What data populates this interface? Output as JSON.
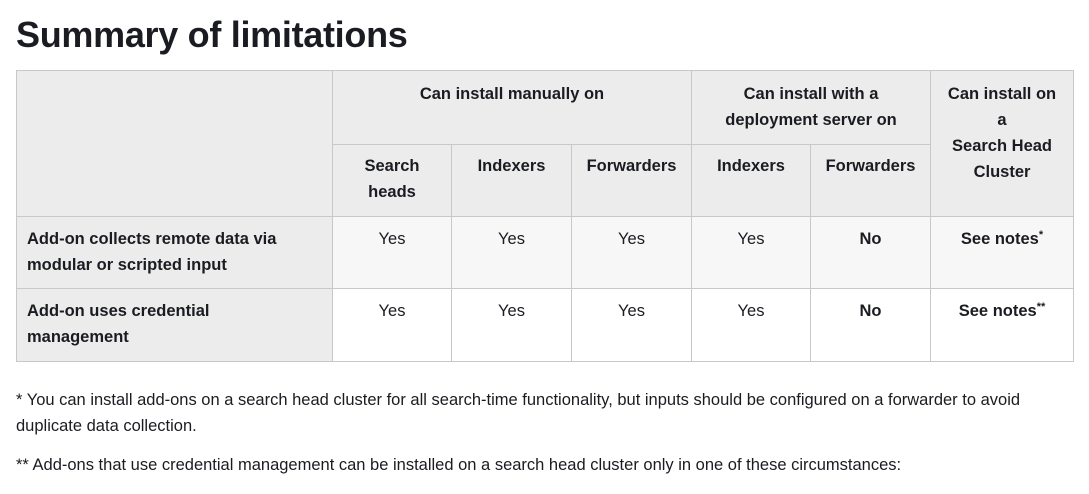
{
  "title": "Summary of limitations",
  "table": {
    "groups": {
      "manual": "Can install manually on",
      "deploy_line1": "Can install with a",
      "deploy_line2": "deployment server on",
      "shc_line1": "Can install on",
      "shc_line2": "a",
      "shc_line3": "Search Head",
      "shc_line4": "Cluster"
    },
    "subheaders": {
      "search_heads_line1": "Search",
      "search_heads_line2": "heads",
      "indexers": "Indexers",
      "forwarders": "Forwarders",
      "deploy_indexers": "Indexers",
      "deploy_forwarders": "Forwarders"
    },
    "rows": [
      {
        "label_line1": "Add-on collects remote data via",
        "label_line2": "modular or scripted input",
        "cells": [
          "Yes",
          "Yes",
          "Yes",
          "Yes",
          "No",
          "See notes"
        ],
        "shc_mark": "*"
      },
      {
        "label_line1": "Add-on uses credential",
        "label_line2": "management",
        "cells": [
          "Yes",
          "Yes",
          "Yes",
          "Yes",
          "No",
          "See notes"
        ],
        "shc_mark": "**"
      }
    ]
  },
  "notes": {
    "note1": "* You can install add-ons on a search head cluster for all search-time functionality, but inputs should be configured on a forwarder to avoid duplicate data collection.",
    "note2": "** Add-ons that use credential management can be installed on a search head cluster only in one of these circumstances:"
  },
  "colors": {
    "header_bg": "#ececec",
    "row_alt_bg": "#f7f7f7",
    "border": "#c8c8c8",
    "text": "#1a1c21"
  }
}
